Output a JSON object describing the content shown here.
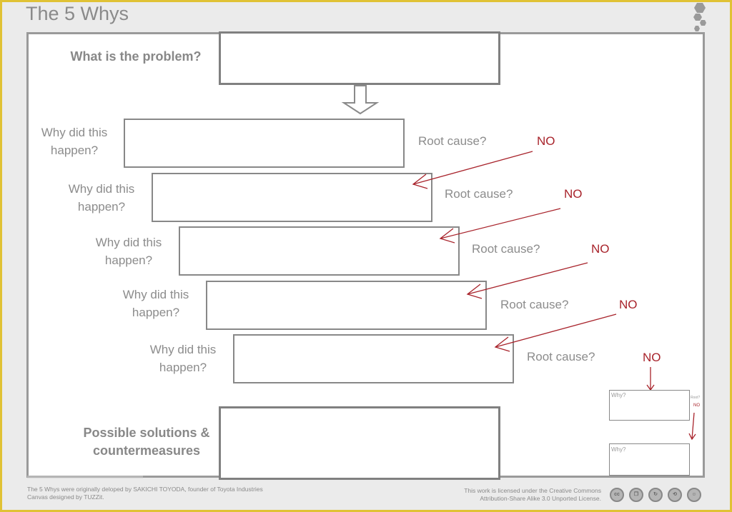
{
  "title": "The 5 Whys",
  "problem": {
    "label": "What is the problem?"
  },
  "why_rows": [
    {
      "question": "Why did this happen?",
      "root_cause": "Root cause?",
      "answer": "NO"
    },
    {
      "question": "Why did this happen?",
      "root_cause": "Root cause?",
      "answer": "NO"
    },
    {
      "question": "Why did this happen?",
      "root_cause": "Root cause?",
      "answer": "NO"
    },
    {
      "question": "Why did this happen?",
      "root_cause": "Root cause?",
      "answer": "NO"
    },
    {
      "question": "Why did this happen?",
      "root_cause": "Root cause?",
      "answer": "NO"
    }
  ],
  "mini": {
    "box1_label": "Why?",
    "root_label": "Root?",
    "no_label": "NO",
    "box2_label": "Why?"
  },
  "solutions": {
    "label": "Possible solutions & countermeasures"
  },
  "footer": {
    "credit_line1": "The 5 Whys were originally deloped by SAKICHI TOYODA, founder of Toyota Industries",
    "credit_line2": "Canvas designed by TUZZit.",
    "license_line1": "This work is licensed under the Creative Commons",
    "license_line2": "Attribution-Share Alike 3.0 Unported License."
  },
  "license_icons": [
    "cc-icon",
    "copy-icon",
    "remix-icon",
    "share-alike-icon",
    "attribution-icon"
  ],
  "colors": {
    "frame": "#e0c235",
    "accent_no": "#a8232b",
    "text": "#8c8c8c",
    "box_border": "#888888"
  }
}
